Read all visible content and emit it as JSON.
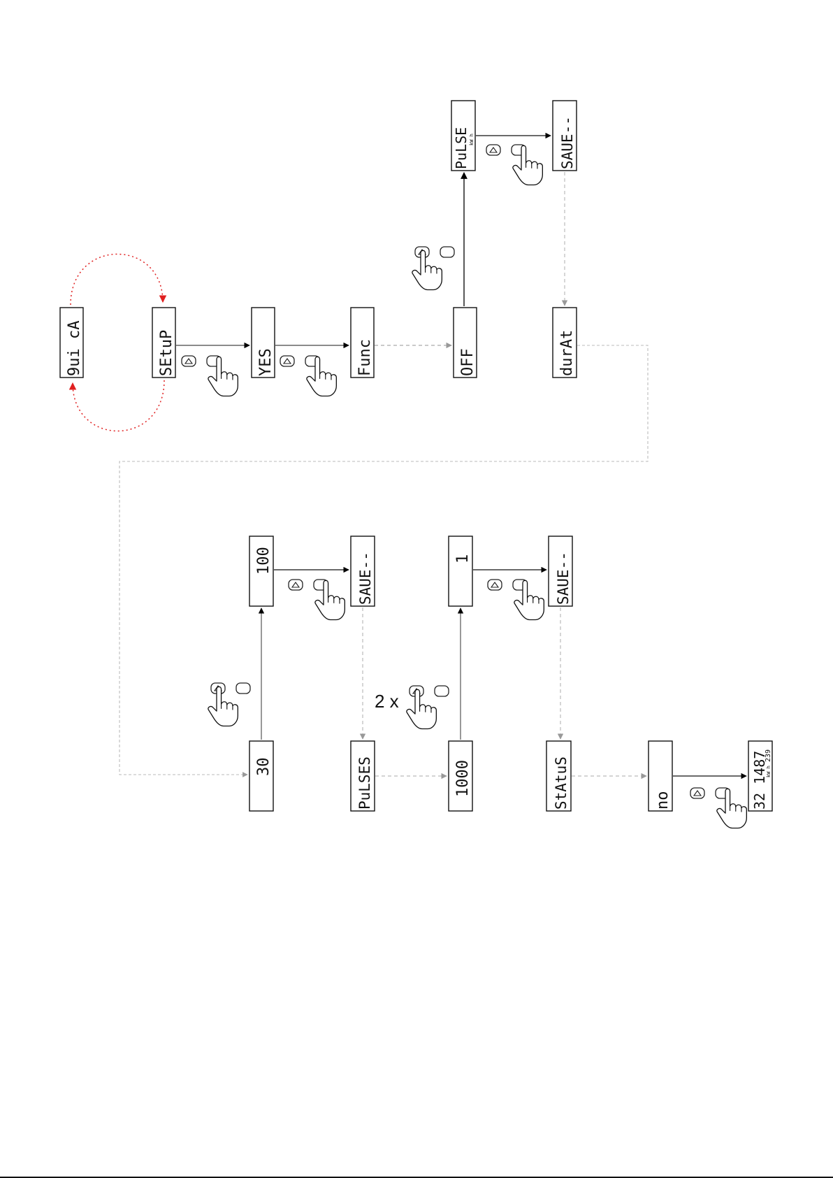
{
  "displays": {
    "quick": "9ui cA",
    "setup": "SEtuP",
    "yes": "YES",
    "func": "Func",
    "off": "OFF",
    "pulse": "PuLSE",
    "save1": "SAUE--",
    "durat": "durAt",
    "val100": "100",
    "save2": "SAUE--",
    "val1": "1",
    "save3": "SAUE--",
    "val30": "30",
    "pulses": "PuLSES",
    "val1000": "1000",
    "status": "StAtuS",
    "no": "no",
    "reading_main": "32 1487",
    "reading_small": "239"
  },
  "units": {
    "pulse_unit": "kW h",
    "reading_unit": "kW h"
  },
  "labels": {
    "times_prefix": "2 x"
  },
  "colors": {
    "loop_arrow": "#e02020",
    "solid_arrow": "#000000",
    "dashed_arrow": "#aaaaaa"
  }
}
